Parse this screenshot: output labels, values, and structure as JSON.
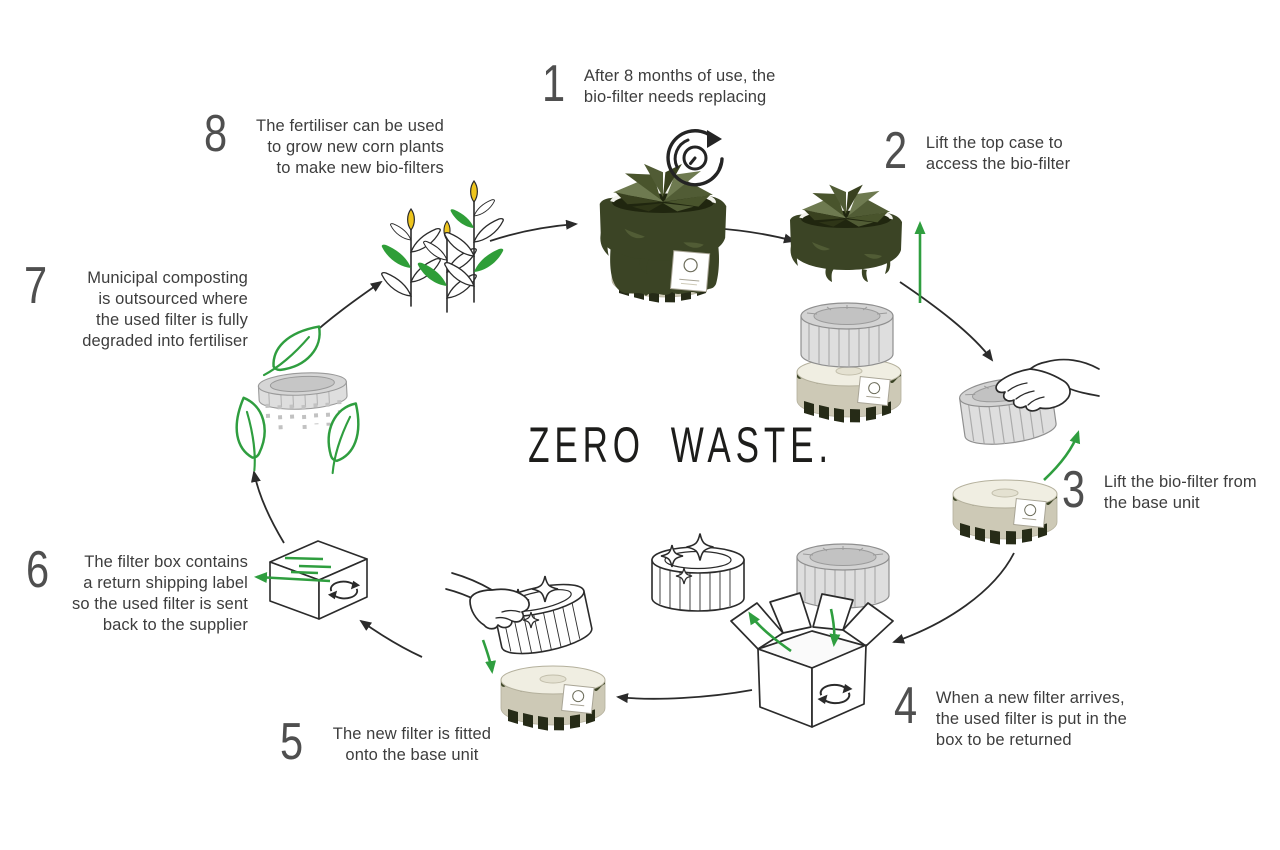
{
  "title": "ZERO WASTE.",
  "steps": [
    {
      "num": "1",
      "text": "After 8 months of use, the\nbio-filter needs replacing"
    },
    {
      "num": "2",
      "text": "Lift the top case to\naccess the bio-filter"
    },
    {
      "num": "3",
      "text": "Lift the bio-filter from\nthe base unit"
    },
    {
      "num": "4",
      "text": "When a new filter arrives,\nthe used filter is put in the\nbox to be returned"
    },
    {
      "num": "5",
      "text": "The new filter is fitted\nonto the base unit"
    },
    {
      "num": "6",
      "text": "The filter box contains\na return shipping label\nso the used filter is sent\nback to the supplier"
    },
    {
      "num": "7",
      "text": "Municipal composting\nis outsourced where\nthe used filter is fully\ndegraded into fertiliser"
    },
    {
      "num": "8",
      "text": "The fertiliser can be used\nto grow new corn plants\nto make new bio-filters"
    }
  ],
  "icons": {
    "timer": "clock-refresh-icon",
    "recycle": "recycle-arrows-icon",
    "leaf": "leaf-icon",
    "sparkle": "sparkle-icon"
  },
  "colors": {
    "accent_green": "#2f9e3f",
    "ink": "#2b2b2b",
    "moss_dark": "#3b4425",
    "olive": "#6e7a50",
    "base_beige": "#cdc9b6",
    "filter_grey": "#dedede",
    "corn_yellow": "#eec51d",
    "text_grey": "#3d3d3d"
  }
}
